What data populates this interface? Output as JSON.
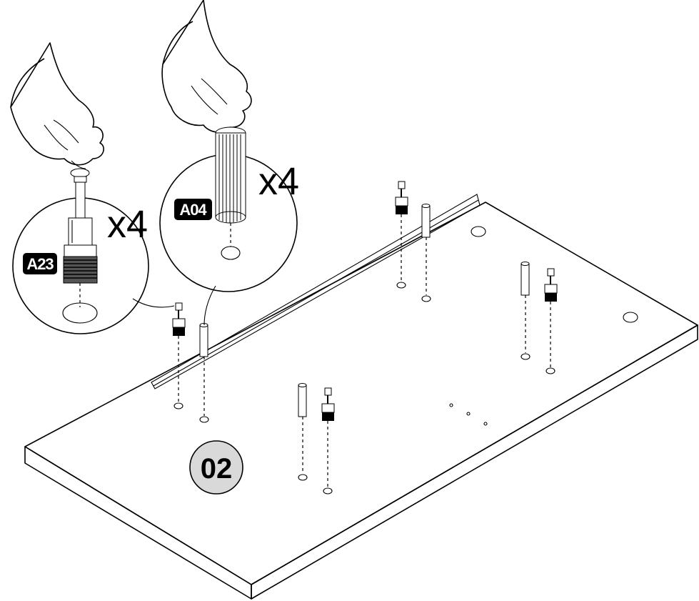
{
  "step": {
    "number": "02"
  },
  "parts": [
    {
      "label": "A23",
      "quantity": "x4"
    },
    {
      "label": "A04",
      "quantity": "x4"
    }
  ],
  "colors": {
    "line": "#000000",
    "label_bg": "#000000",
    "label_text": "#ffffff",
    "step_badge_fill": "#d9d9d9"
  }
}
